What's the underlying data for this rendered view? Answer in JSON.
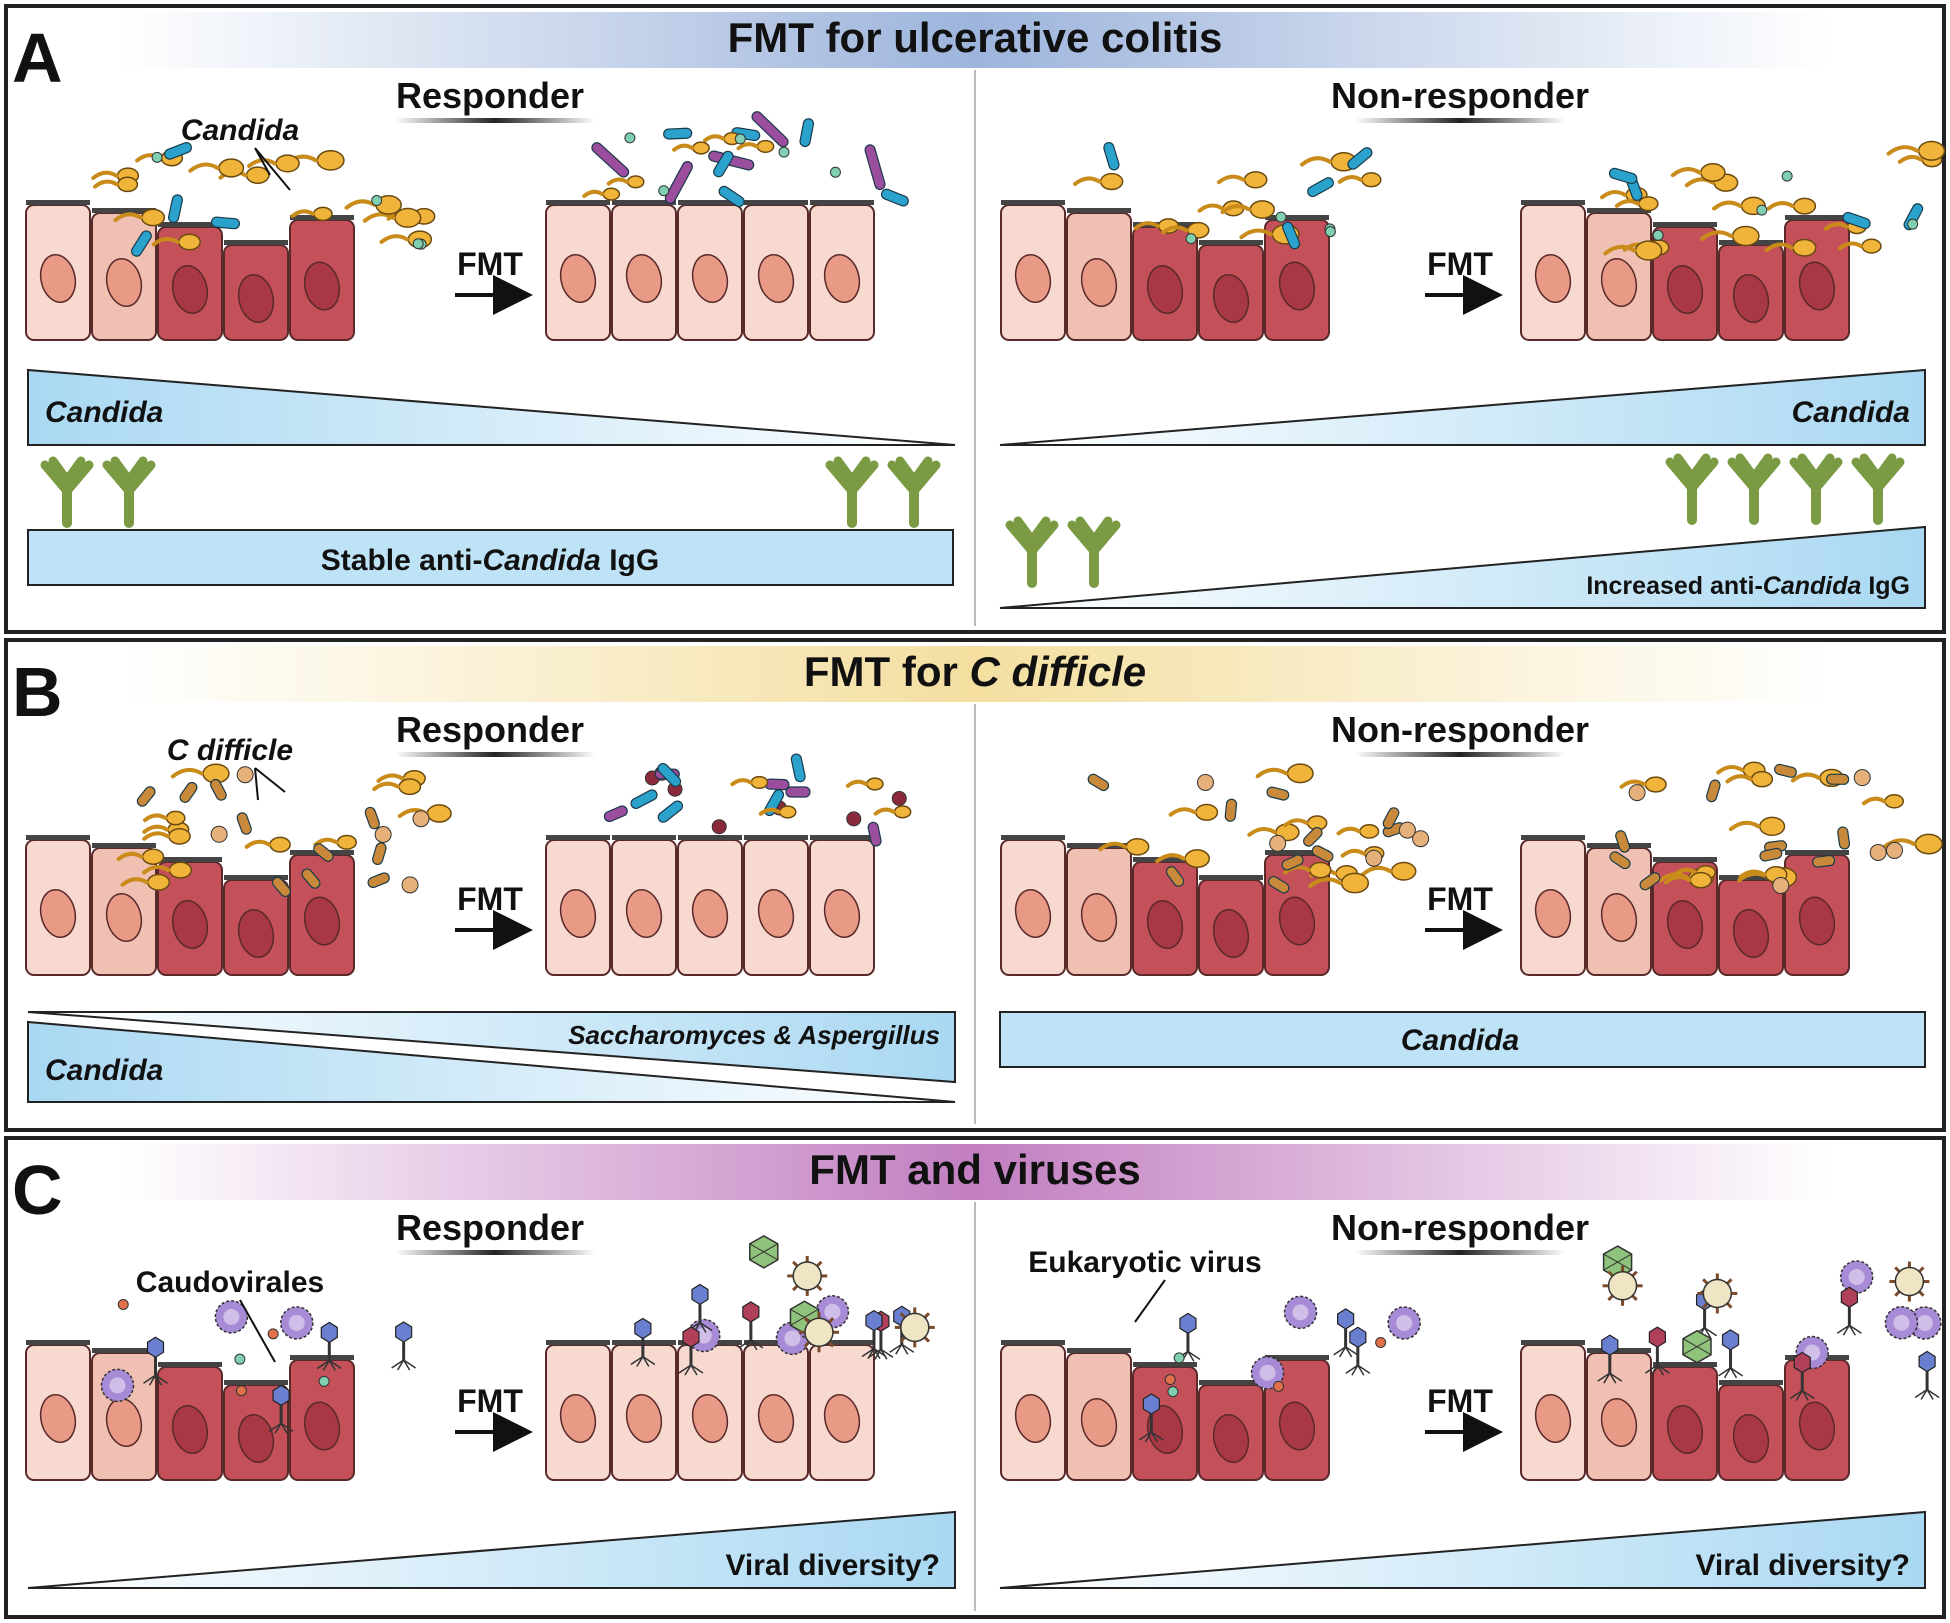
{
  "panels": [
    {
      "letter": "A",
      "title_prefix": "FMT for ulcerative colitis",
      "title_italic": "",
      "responder_label": "Responder",
      "nonresponder_label": "Non-responder",
      "left_micro_label": "Candida",
      "right_micro_label": "",
      "fmt_label": "FMT",
      "fmt_label_right": "FMT",
      "bars": {
        "left_bar1": "Candida",
        "left_bar2_pre": "Stable anti-",
        "left_bar2_it": "Candida",
        "left_bar2_post": " IgG",
        "right_bar1": "Candida",
        "right_bar2_pre": "Increased anti-",
        "right_bar2_it": "Candida",
        "right_bar2_post": " IgG"
      }
    },
    {
      "letter": "B",
      "title_prefix": "FMT for ",
      "title_italic": "C difficle",
      "responder_label": "Responder",
      "nonresponder_label": "Non-responder",
      "left_micro_label": "C difficle",
      "right_micro_label": "",
      "fmt_label": "FMT",
      "fmt_label_right": "FMT",
      "bars": {
        "left_bar_upper": "Saccharomyces & Aspergillus",
        "left_bar_lower": "Candida",
        "right_bar": "Candida"
      }
    },
    {
      "letter": "C",
      "title_prefix": "FMT and viruses",
      "title_italic": "",
      "responder_label": "Responder",
      "nonresponder_label": "Non-responder",
      "left_micro_label": "Caudovirales",
      "right_micro_label": "Eukaryotic virus",
      "fmt_label": "FMT",
      "fmt_label_right": "FMT",
      "bars": {
        "left_bar": "Viral diversity?",
        "right_bar": "Viral diversity?"
      }
    }
  ],
  "colors": {
    "cell_light": "#f7d9d0",
    "cell_pink": "#f0c0b2",
    "cell_dark": "#c4515a",
    "nucleus_light": "#e89a87",
    "nucleus_dark": "#a83843",
    "candida": "#f0b43a",
    "bacteria_blue": "#2aa2cc",
    "bacteria_purple": "#9b4d9e",
    "antibody": "#7a9a44",
    "bar_blue": "#bfe3f6",
    "title_a": "#9db4dc",
    "title_b": "#f4dfa0",
    "title_c": "#c27fc1"
  }
}
